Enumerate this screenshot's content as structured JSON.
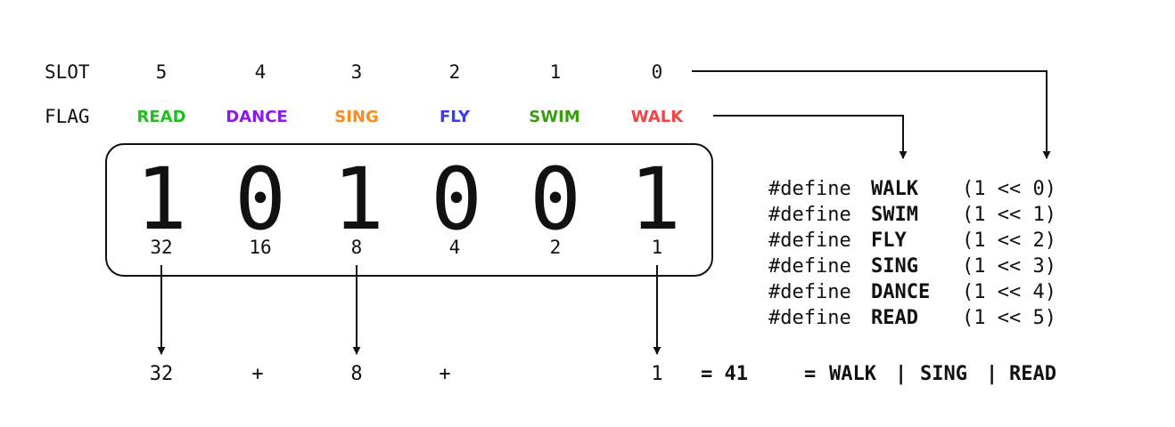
{
  "row_labels": {
    "slot": "SLOT",
    "flag": "FLAG"
  },
  "slots": [
    "5",
    "4",
    "3",
    "2",
    "1",
    "0"
  ],
  "flags": [
    {
      "name": "READ",
      "color": "#1fbf1f"
    },
    {
      "name": "DANCE",
      "color": "#8a1be6"
    },
    {
      "name": "SING",
      "color": "#ff8a1a"
    },
    {
      "name": "FLY",
      "color": "#3b3bf0"
    },
    {
      "name": "SWIM",
      "color": "#3a9e10"
    },
    {
      "name": "WALK",
      "color": "#f04545"
    }
  ],
  "bits": [
    "1",
    "0",
    "1",
    "0",
    "0",
    "1"
  ],
  "weights": [
    "32",
    "16",
    "8",
    "4",
    "2",
    "1"
  ],
  "defines": [
    {
      "keyword": "#define",
      "name": "WALK",
      "color": "#f04545",
      "expr": "(1 << 0)"
    },
    {
      "keyword": "#define",
      "name": "SWIM",
      "color": "#1a9e1a",
      "expr": "(1 << 1)"
    },
    {
      "keyword": "#define",
      "name": "FLY",
      "color": "#3b3bf0",
      "expr": "(1 << 2)"
    },
    {
      "keyword": "#define",
      "name": "SING",
      "color": "#ff8a1a",
      "expr": "(1 << 3)"
    },
    {
      "keyword": "#define",
      "name": "DANCE",
      "color": "#8a1be6",
      "expr": "(1 << 4)"
    },
    {
      "keyword": "#define",
      "name": "READ",
      "color": "#1fbf1f",
      "expr": "(1 << 5)"
    }
  ],
  "sum": {
    "terms": [
      "32",
      "+",
      "8",
      "+",
      "1"
    ],
    "total": "= 41",
    "equals": "=",
    "result_flags": [
      {
        "name": "WALK",
        "color": "#f04545"
      },
      {
        "name": "SING",
        "color": "#ff8a1a"
      },
      {
        "name": "READ",
        "color": "#1fbf1f"
      }
    ],
    "separator": "|"
  }
}
